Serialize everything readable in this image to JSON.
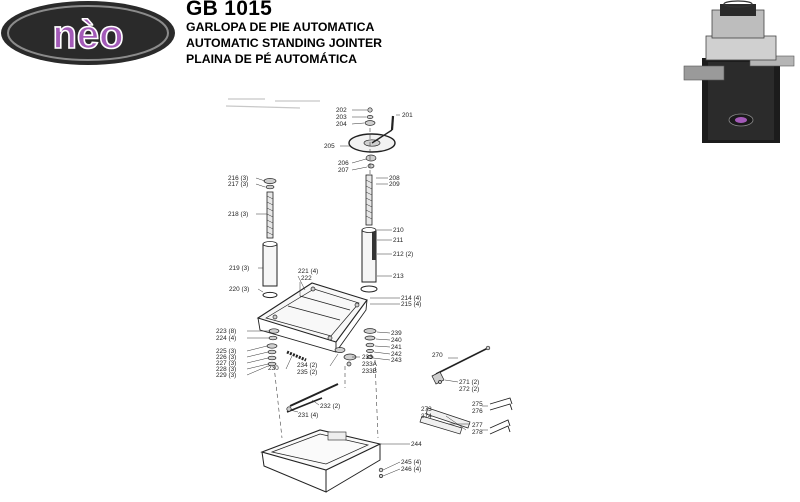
{
  "header": {
    "model": "GB 1015",
    "subtitles": [
      "GARLOPA DE PIE AUTOMATICA",
      "AUTOMATIC STANDING JOINTER",
      "PLAINA DE PÉ AUTOMÁTICA"
    ]
  },
  "logo": {
    "text": "nèo",
    "colors": {
      "outer": "#2a2a2a",
      "ring": "#8b8b8b",
      "letters": "#a35ab8"
    }
  },
  "diagram": {
    "labels": {
      "l201": "201",
      "l202": "202",
      "l203": "203",
      "l204": "204",
      "l205": "205",
      "l206": "206",
      "l207": "207",
      "l208": "208",
      "l209": "209",
      "l210": "210",
      "l211": "211",
      "l212": "212 (2)",
      "l213": "213",
      "l214": "214 (4)",
      "l215": "215 (4)",
      "l216": "216 (3)",
      "l217": "217 (3)",
      "l218": "218 (3)",
      "l219": "219 (3)",
      "l220": "220 (3)",
      "l221": "221 (4)",
      "l222": "222",
      "l223": "223 (8)",
      "l224": "224 (4)",
      "l225": "225 (3)",
      "l226": "226 (3)",
      "l227": "227 (3)",
      "l228": "228 (3)",
      "l229": "229 (3)",
      "l230": "230",
      "l231": "231 (4)",
      "l232": "232 (2)",
      "l233": "233",
      "l233a": "233A",
      "l233b": "233B",
      "l234": "234 (2)",
      "l235": "235 (2)",
      "l239": "239",
      "l240": "240",
      "l241": "241",
      "l242": "242",
      "l243": "243",
      "l244": "244",
      "l245": "245 (4)",
      "l246": "246 (4)",
      "l270": "270",
      "l271": "271 (2)",
      "l272": "272 (2)",
      "l273": "273",
      "l274": "274",
      "l275": "275",
      "l276": "276",
      "l277": "277",
      "l278": "278"
    }
  }
}
